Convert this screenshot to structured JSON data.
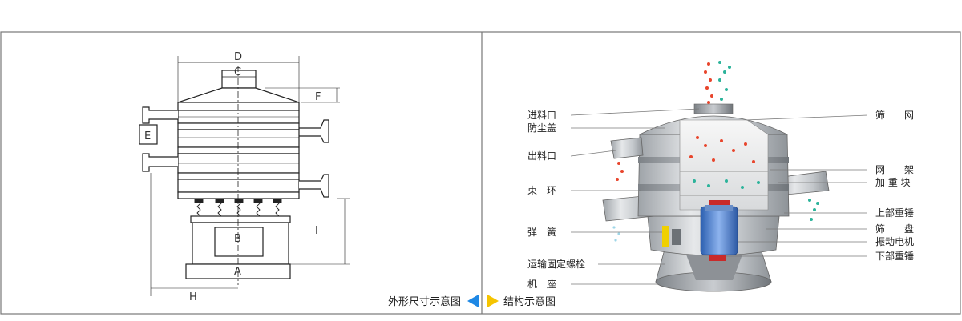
{
  "left_drawing": {
    "caption": "外形尺寸示意图",
    "dimensions": [
      "A",
      "B",
      "C",
      "D",
      "E",
      "F",
      "H",
      "I"
    ]
  },
  "right_drawing": {
    "caption": "结构示意图",
    "labels_left": [
      "进料口",
      "防尘盖",
      "出料口",
      "束　环",
      "弹　簧",
      "运输固定螺栓",
      "机　座"
    ],
    "labels_right": [
      "筛　　网",
      "网　　架",
      "加 重 块",
      "上部重锤",
      "筛　　盘",
      "振动电机",
      "下部重锤"
    ]
  },
  "colors": {
    "arrow_left": "#1e88e5",
    "arrow_right": "#f5c400",
    "particle_red": "#e8452c",
    "particle_green": "#2bb39a",
    "motor_blue": "#4a7fd0",
    "frame_line": "#555555"
  }
}
